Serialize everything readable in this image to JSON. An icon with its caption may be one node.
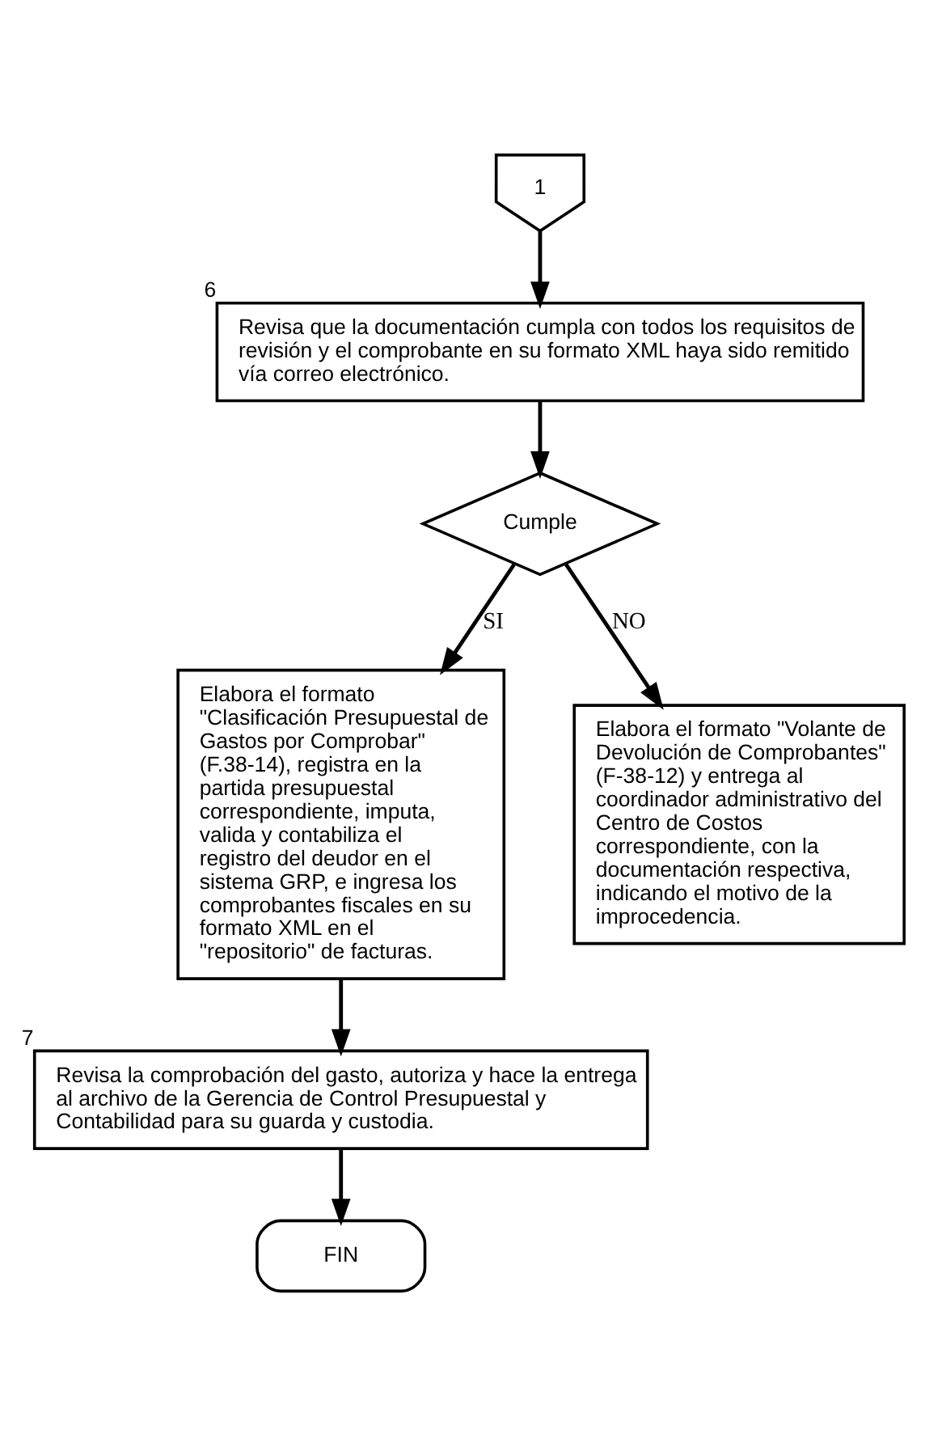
{
  "diagram": {
    "nodes": [
      {
        "text": [
          "1"
        ]
      },
      {
        "text": [
          "Revisa que la documentación cumpla con todos los requisitos de revisión y el comprobante en su formato XML haya sido remitido vía correo electrónico."
        ],
        "beside": [
          "6"
        ]
      },
      {
        "text": [
          "Cumple"
        ]
      },
      {
        "text": [
          "Elabora el formato \"Clasificación Presupuestal de Gastos por Comprobar\" (F.38-14), registra en la partida presupuestal correspondiente, imputa, valida y contabiliza el registro del deudor en el sistema GRP, e ingresa los comprobantes fiscales en su formato XML en el \"repositorio\" de facturas."
        ]
      },
      {
        "text": [
          "Elabora el formato \"Volante de Devolución de Comprobantes\" (F-38-12) y entrega al coordinador administrativo del Centro de Costos correspondiente, con la documentación respectiva, indicando el motivo de la improcedencia."
        ]
      },
      {
        "text": [
          "Revisa la comprobación del gasto, autoriza y hace la entrega al archivo de la Gerencia de Control Presupuestal y Contabilidad para su guarda y custodia."
        ],
        "beside": [
          "7"
        ]
      },
      {
        "text": [
          "FIN"
        ]
      }
    ],
    "edges": [
      {
        "from": 0,
        "to": 1,
        "arrow": "to"
      },
      {
        "from": 1,
        "to": 2,
        "arrow": "to"
      },
      {
        "from": 2,
        "to": 3,
        "arrow": "to",
        "label": "SI"
      },
      {
        "from": 2,
        "to": 4,
        "arrow": "to",
        "label": "NO"
      },
      {
        "from": 3,
        "to": 5,
        "arrow": "to"
      },
      {
        "from": 5,
        "to": 6,
        "arrow": "to"
      }
    ]
  }
}
